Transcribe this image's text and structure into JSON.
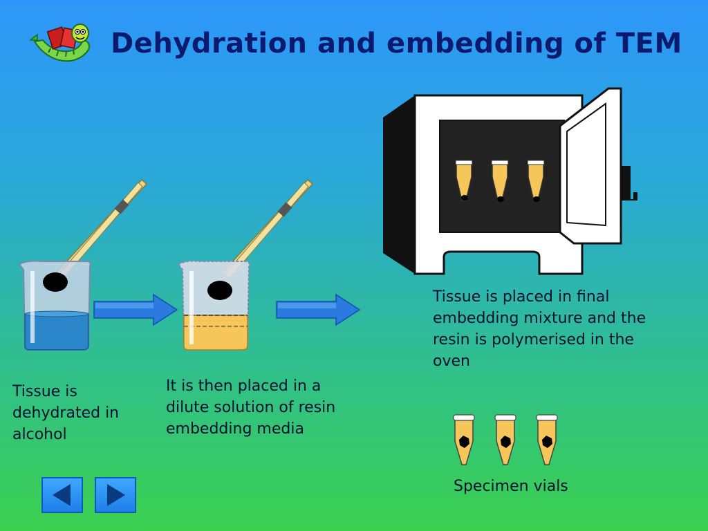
{
  "slide": {
    "title": "Dehydration and embedding of TEM"
  },
  "steps": [
    {
      "lines": [
        "Tissue is",
        "dehydrated in",
        "alcohol"
      ]
    },
    {
      "lines": [
        "It is then placed in a",
        "dilute solution of resin",
        "embedding media"
      ]
    },
    {
      "lines": [
        "Tissue is placed in final",
        "embedding mixture and the",
        "resin is polymerised in the",
        "oven"
      ]
    }
  ],
  "vials_label": "Specimen vials",
  "icons": {
    "logo": "bookworm-icon",
    "prev": "arrow-left-icon",
    "next": "arrow-right-icon"
  },
  "colors": {
    "title": "#0a1a6e",
    "alcohol": "#2a86c8",
    "resin": "#f7c65a",
    "nav": "#1e7fe8"
  }
}
